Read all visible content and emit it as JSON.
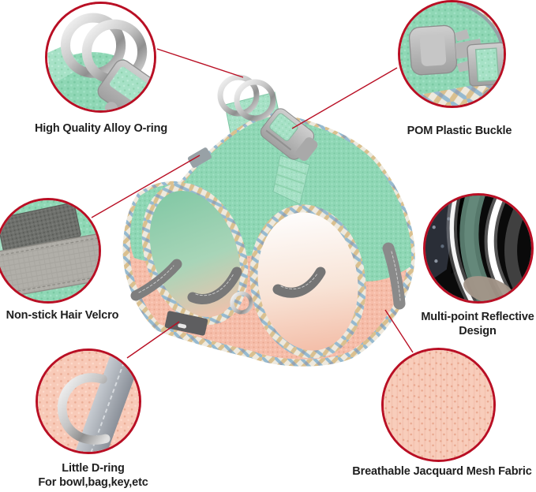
{
  "page": {
    "background": "#FFFFFF"
  },
  "colors": {
    "accent_red": "#B90F24",
    "connector_red": "#A81624",
    "text": "#202020",
    "mint_fabric": "#8FD7B5",
    "peach_fabric": "#F6BDA9",
    "pink_mesh": "#F8CAB8",
    "buckle_gray": "#B4B4B4",
    "reflective_gray": "#7E7E7E",
    "silver_metal": "#C4C4C4"
  },
  "callouts": [
    {
      "id": "oring",
      "label": "High Quality Alloy O-ring"
    },
    {
      "id": "buckle",
      "label": "POM Plastic Buckle"
    },
    {
      "id": "velcro",
      "label": "Non-stick Hair Velcro"
    },
    {
      "id": "reflective",
      "label": "Multi-point Reflective Design"
    },
    {
      "id": "dring",
      "label": "Little D-ring",
      "sublabel": "For bowl,bag,key,etc"
    },
    {
      "id": "mesh",
      "label": "Breathable Jacquard Mesh Fabric"
    }
  ]
}
